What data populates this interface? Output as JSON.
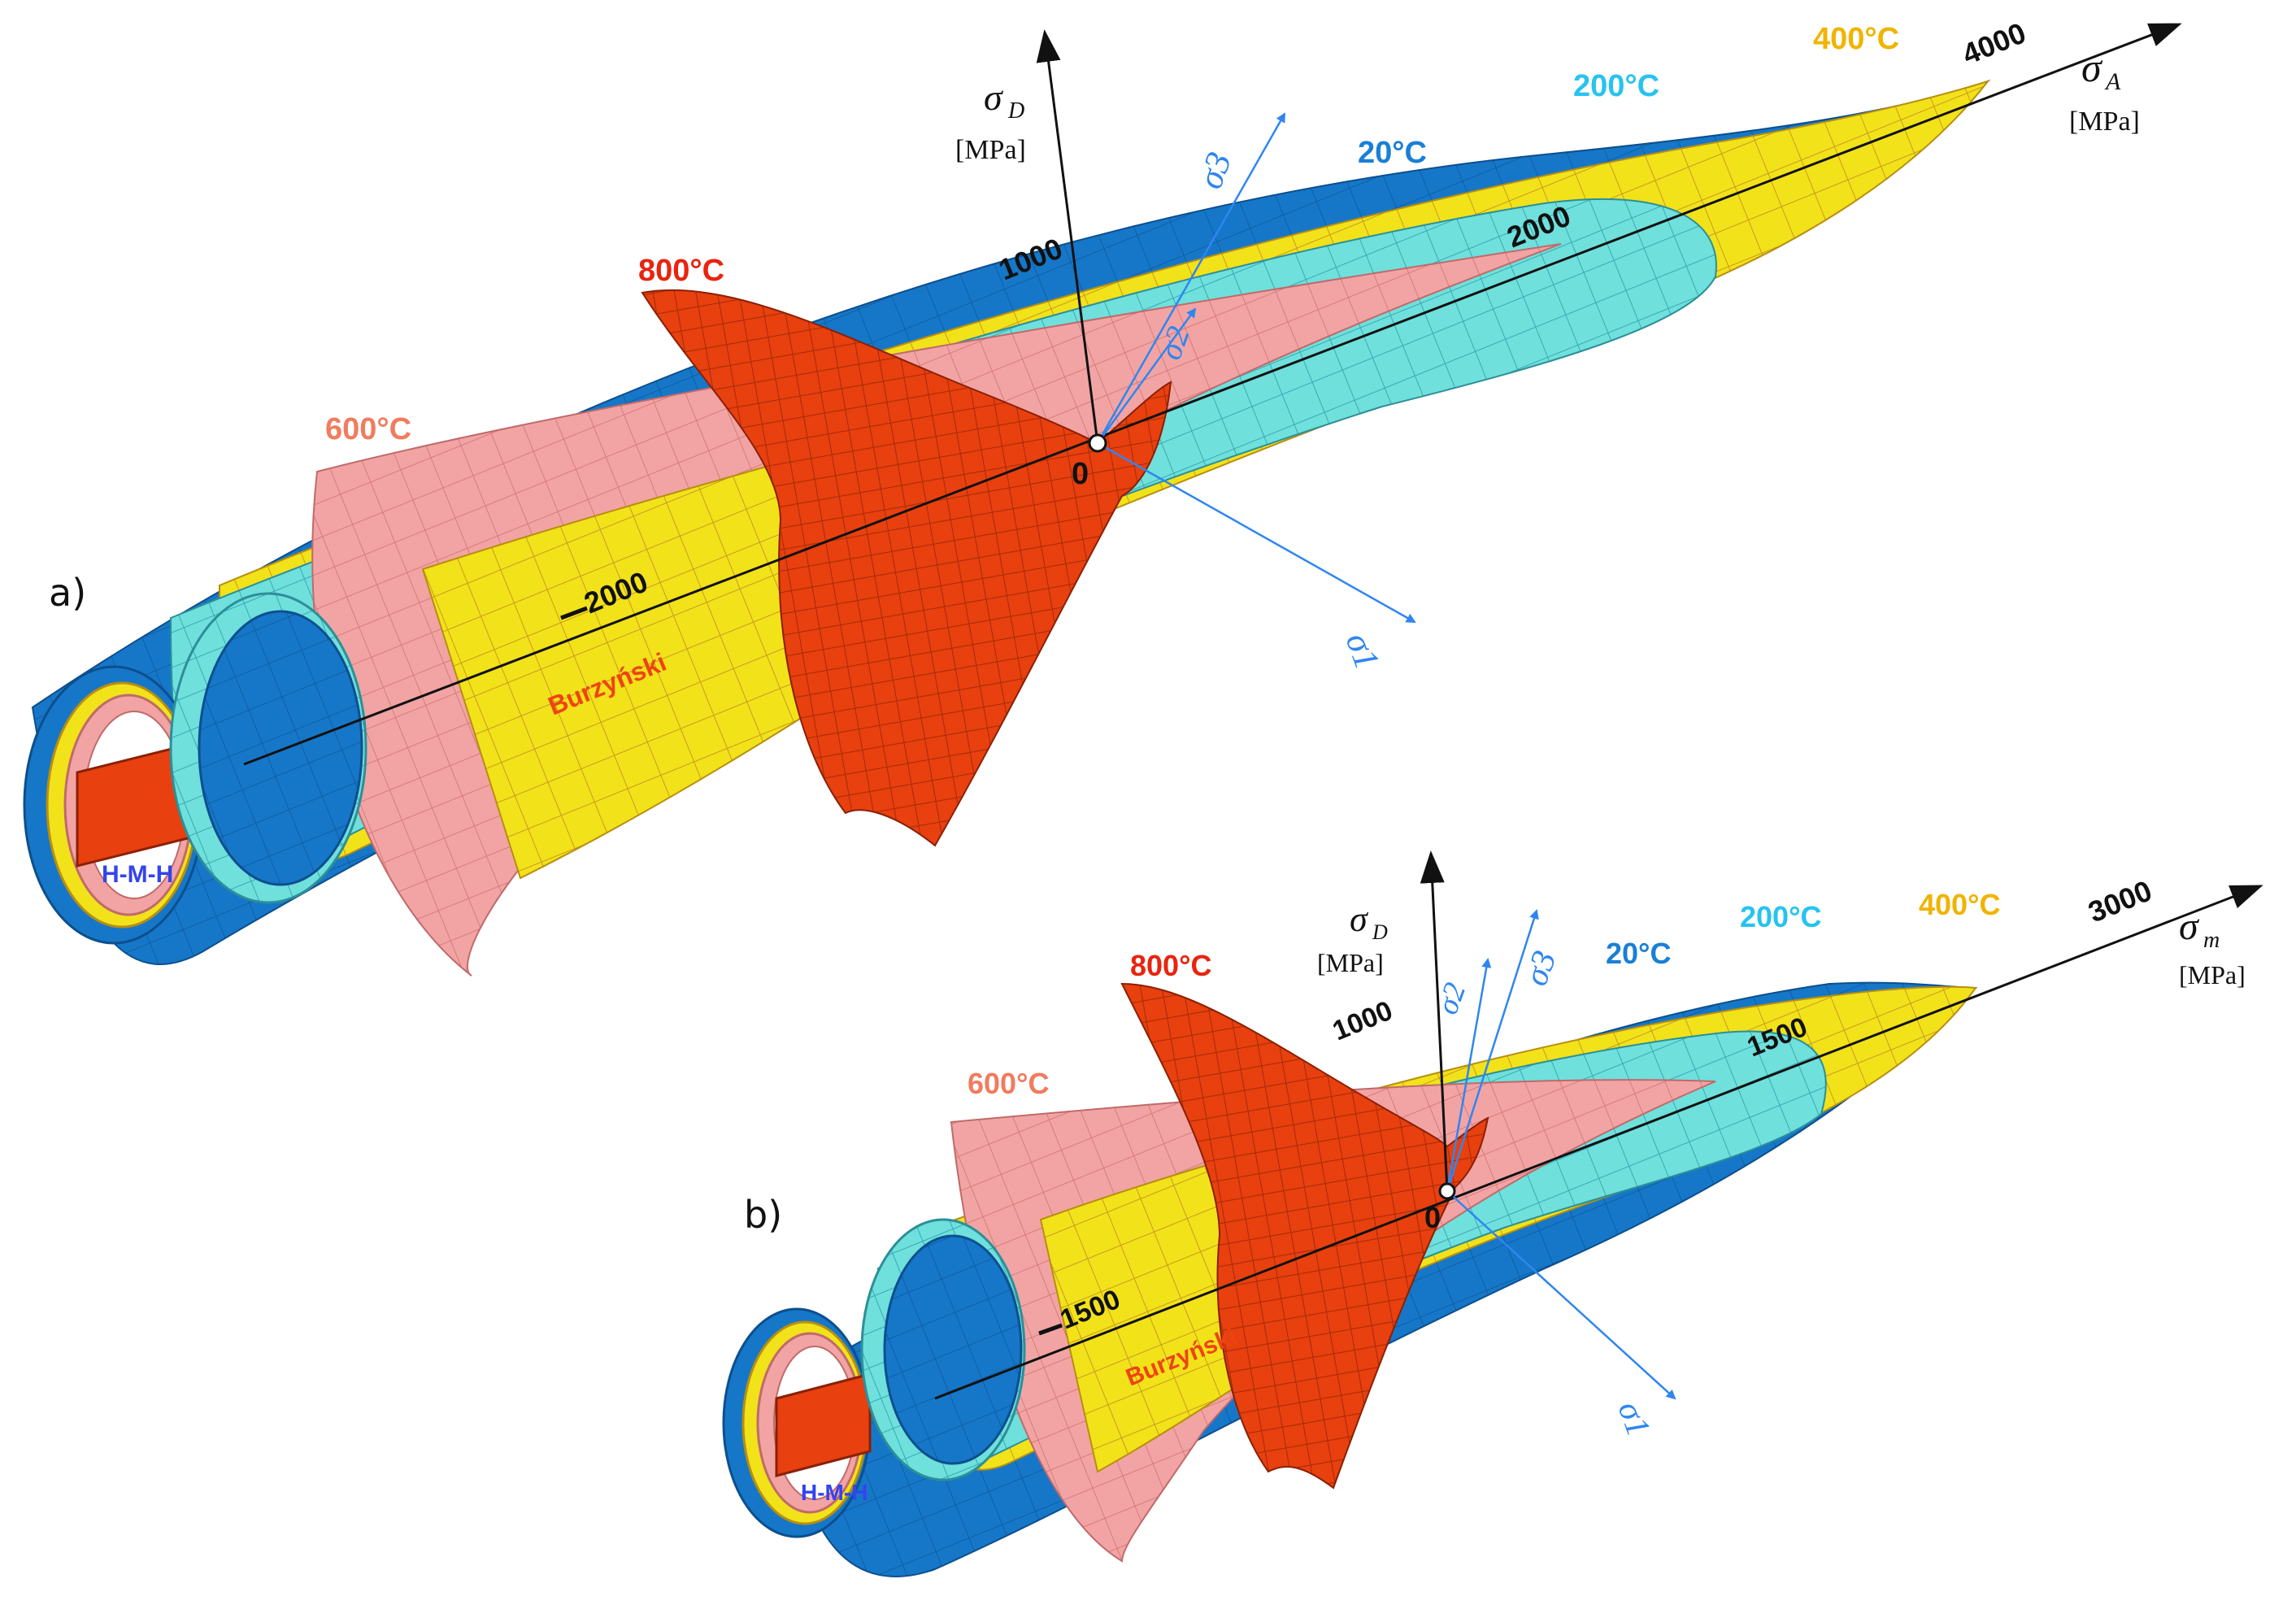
{
  "panels": [
    {
      "id": "a",
      "tag": "a)",
      "sigma_d": {
        "symbol": "σ",
        "sub": "D",
        "unit": "[MPa]",
        "tick": "1000"
      },
      "sigma_a": {
        "symbol": "σ",
        "sub": "A",
        "unit": "[MPa]",
        "tick": "4000"
      },
      "axial_ticks": {
        "neg": "2000",
        "pos": "2000",
        "origin": "0"
      },
      "principal": [
        "σ1",
        "σ2",
        "σ3"
      ],
      "temps": [
        "20°C",
        "200°C",
        "400°C",
        "600°C",
        "800°C"
      ],
      "criterion": "Burzyński",
      "inner": "H-M-H"
    },
    {
      "id": "b",
      "tag": "b)",
      "sigma_d": {
        "symbol": "σ",
        "sub": "D",
        "unit": "[MPa]",
        "tick": "1000"
      },
      "sigma_a": {
        "symbol": "σ",
        "sub": "m",
        "unit": "[MPa]",
        "tick": "3000"
      },
      "axial_ticks": {
        "neg": "1500",
        "pos": "1500",
        "origin": "0"
      },
      "principal": [
        "σ1",
        "σ2",
        "σ3"
      ],
      "temps": [
        "20°C",
        "200°C",
        "400°C",
        "600°C",
        "800°C"
      ],
      "criterion": "Burzyński",
      "inner": "H-M-H"
    }
  ],
  "colors": {
    "t20": "#1a7fd6",
    "t200": "#27c3ef",
    "t400": "#f0b400",
    "t600": "#f07c5e",
    "t800": "#e8240f",
    "yellow_surface": "#f2e21a",
    "blue_surface": "#1677c8",
    "cyan_surface": "#6fe0dc",
    "pink_surface": "#f2a4a4",
    "red_surface": "#e8400f",
    "axis": "#111111",
    "principal_axis": "#2f86ef",
    "hmh_label": "#3344ee",
    "burz_label": "#ee4411"
  }
}
